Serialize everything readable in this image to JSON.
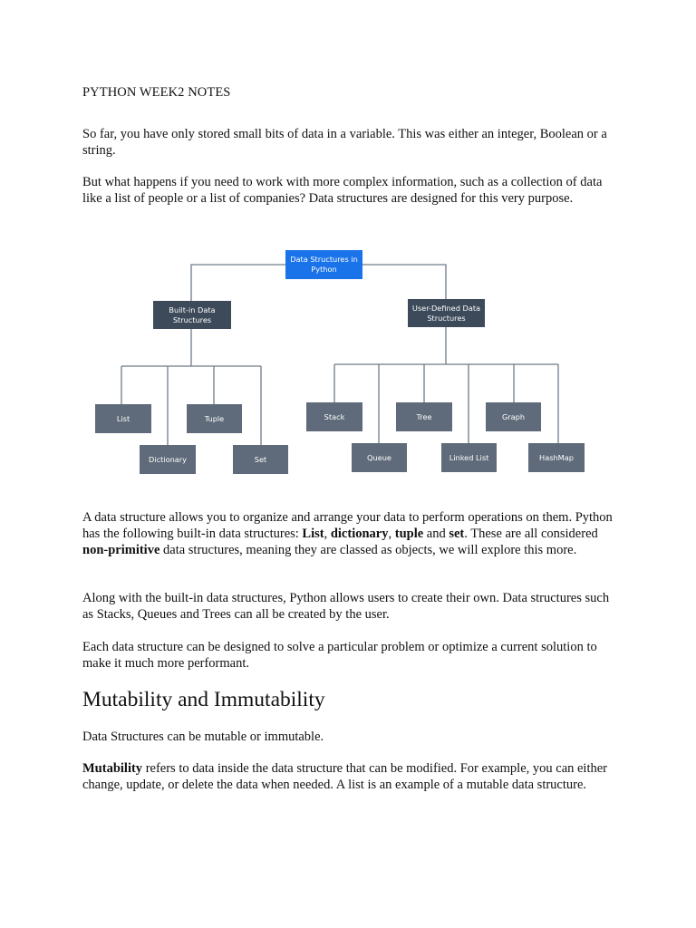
{
  "doc": {
    "title": "PYTHON WEEK2 NOTES",
    "p1": "So far, you have only stored small bits of data in a variable. This was either an integer, Boolean or a string.",
    "p2": "But what happens if you need to work with more complex information, such as a collection of data like a list of people or a list of companies? Data structures are designed for this very purpose.",
    "p3": {
      "t1": "A data structure allows you to organize and arrange your data to perform operations on them. Python has the following built-in data structures: ",
      "b1": "List",
      "t2": ", ",
      "b2": "dictionary",
      "t3": ", ",
      "b3": "tuple",
      "t4": " and ",
      "b4": "set",
      "t5": ". These are all considered ",
      "b5": "non-primitive",
      "t6": " data structures, meaning they are classed as objects, we will explore this more."
    },
    "p4": "Along with the built-in data structures, Python allows users to create their own. Data structures such as Stacks, Queues and Trees can all be created by the user.",
    "p5": "Each data structure can be designed to solve a particular problem or optimize a current solution to make it much more performant.",
    "h1": "Mutability and Immutability",
    "p6": "Data Structures can be mutable or immutable.",
    "p7": {
      "b1": "Mutability",
      "t1": " refers to data inside the data structure that can be modified. For example, you can either change, update, or delete the data when needed. A list is an example of a mutable data structure."
    }
  },
  "diagram": {
    "root": [
      "Data Structures in",
      "Python"
    ],
    "builtin": [
      "Built-in Data",
      "Structures"
    ],
    "userdef": [
      "User-Defined Data",
      "Structures"
    ],
    "list": "List",
    "tuple": "Tuple",
    "dictionary": "Dictionary",
    "set": "Set",
    "stack": "Stack",
    "tree": "Tree",
    "graph": "Graph",
    "queue": "Queue",
    "linked_list": "Linked List",
    "hashmap": "HashMap",
    "colors": {
      "root": "#1a73e8",
      "node": "#5f6b7a",
      "dark": "#3c4a5a",
      "line": "#6e7b88"
    }
  }
}
